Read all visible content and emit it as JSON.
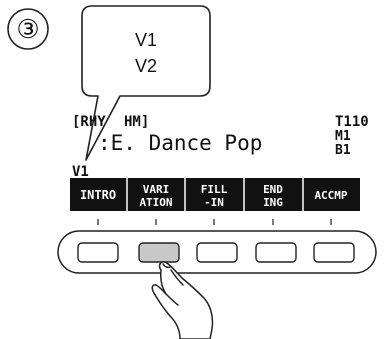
{
  "step": {
    "number": "③"
  },
  "callout": {
    "lines": [
      "V1",
      "V2"
    ]
  },
  "display": {
    "header_left": "[RHY",
    "header_left_tail": "HM]",
    "style_name": ":E. Dance Pop",
    "tempo": "T110",
    "measure": "M1",
    "beat": "B1",
    "variation": "V1"
  },
  "soft_keys": [
    {
      "line1": "INTRO",
      "line2": ""
    },
    {
      "line1": "VARI",
      "line2": "ATION"
    },
    {
      "line1": "FILL",
      "line2": "-IN"
    },
    {
      "line1": "END",
      "line2": "ING"
    },
    {
      "line1": "ACCMP",
      "line2": ""
    }
  ],
  "pressed_button_index": 1,
  "colors": {
    "key_bar": "#111111",
    "pressed_button": "#c8c8c8",
    "outline": "#222222"
  }
}
